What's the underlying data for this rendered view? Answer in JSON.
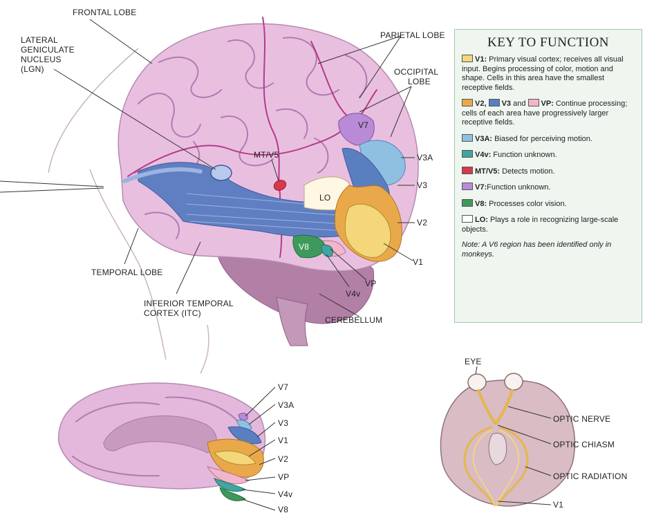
{
  "labels": {
    "frontal_lobe": "FRONTAL LOBE",
    "lgn_line1": "LATERAL",
    "lgn_line2": "GENICULATE",
    "lgn_line3": "NUCLEUS",
    "lgn_line4": "(LGN)",
    "parietal_lobe": "PARIETAL LOBE",
    "occipital_line1": "OCCIPITAL",
    "occipital_line2": "LOBE",
    "mt_v5": "MT/V5",
    "v7": "V7",
    "v3a": "V3A",
    "v3": "V3",
    "lo": "LO",
    "v2": "V2",
    "v8": "V8",
    "v1": "V1",
    "vp": "VP",
    "v4v": "V4v",
    "temporal_lobe": "TEMPORAL LOBE",
    "itc_line1": "INFERIOR TEMPORAL",
    "itc_line2": "CORTEX (ITC)",
    "cerebellum": "CEREBELLUM",
    "eye": "EYE",
    "optic_nerve": "OPTIC NERVE",
    "optic_chiasm": "OPTIC CHIASM",
    "optic_radiation": "OPTIC RADIATION"
  },
  "medial_labels": [
    "V7",
    "V3A",
    "V3",
    "V1",
    "V2",
    "VP",
    "V4v",
    "V8"
  ],
  "key": {
    "title": "KEY TO FUNCTION",
    "items": [
      {
        "code": "V1:",
        "text": " Primary visual cortex; receives all visual input. Begins processing of color, motion and shape. Cells in this area have the smallest receptive fields.",
        "color": "#f3d77a"
      },
      {
        "code": "V2,",
        "code2": "V3",
        "and": " and ",
        "code3": "VP:",
        "text": " Continue processing; cells of each area have progressively larger receptive fields.",
        "color": "#e9a94a",
        "color2": "#5a7fc0",
        "color3": "#f2b6cc"
      },
      {
        "code": "V3A:",
        "text": " Biased for perceiving motion.",
        "color": "#8fc0e2"
      },
      {
        "code": "V4v:",
        "text": " Function unknown.",
        "color": "#3fa6a0"
      },
      {
        "code": "MT/V5:",
        "text": " Detects motion.",
        "color": "#d9384a"
      },
      {
        "code": "V7:",
        "text": "Function unknown.",
        "color": "#b98ad6"
      },
      {
        "code": "V8:",
        "text": " Processes color vision.",
        "color": "#3e9a5c"
      },
      {
        "code": "LO:",
        "text": " Plays a role in recognizing large-scale objects.",
        "color": "#ffffff"
      }
    ],
    "note": "Note: A V6 region has been identified only in monkeys."
  }
}
